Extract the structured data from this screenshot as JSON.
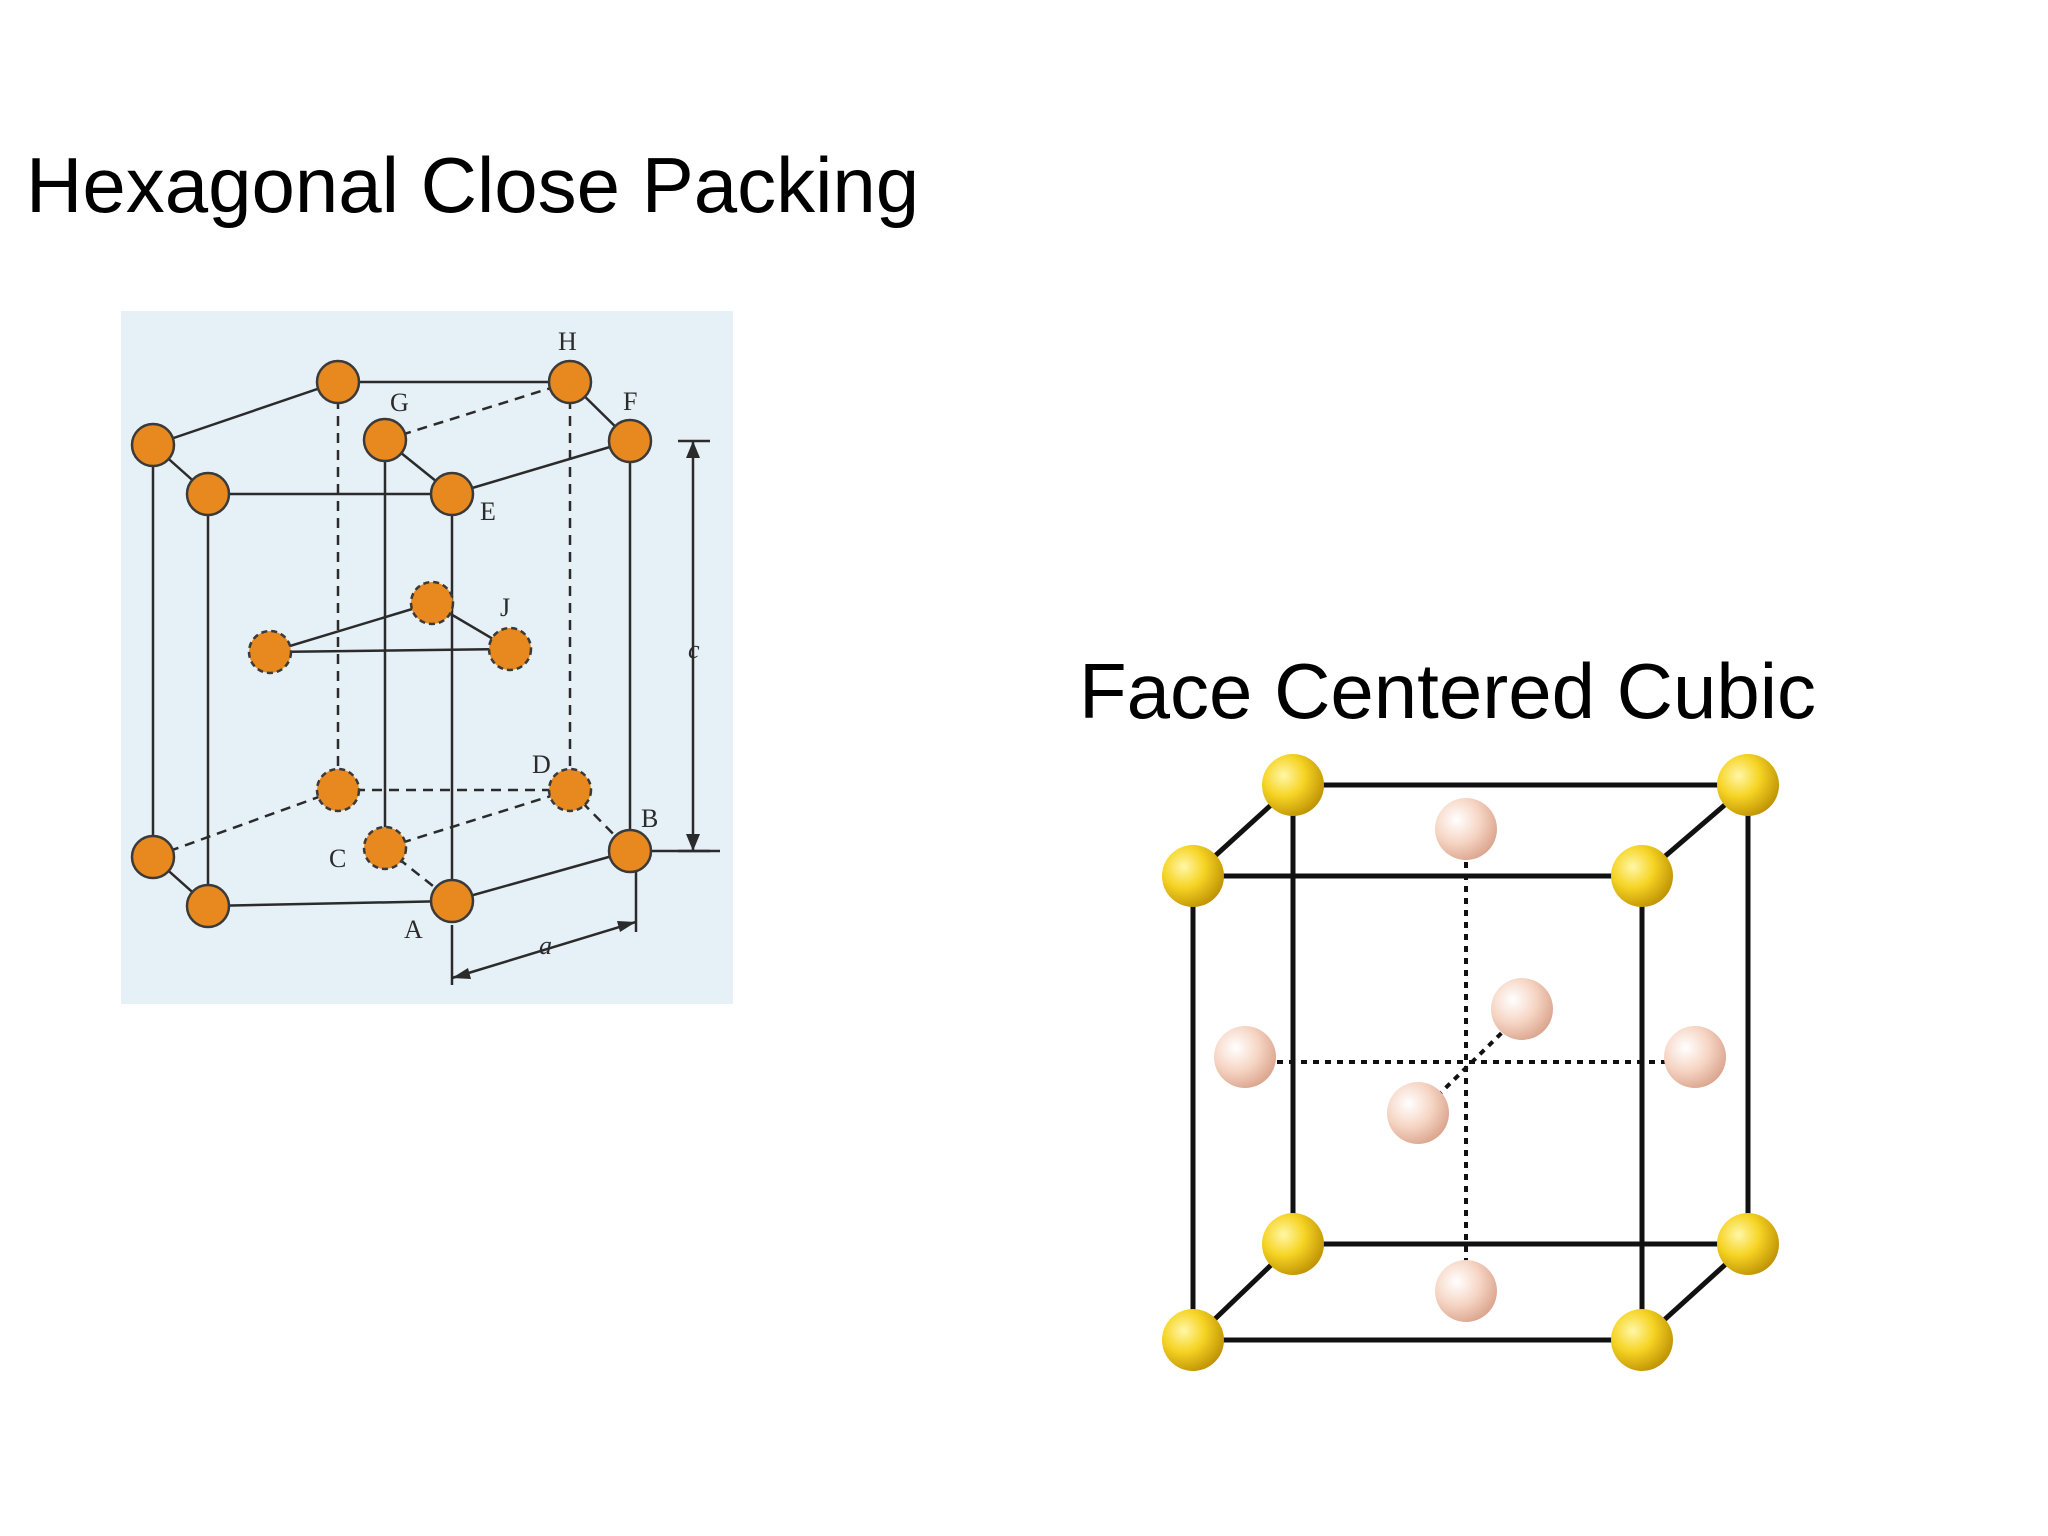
{
  "titles": {
    "hcp": "Hexagonal Close Packing",
    "fcc": "Face Centered Cubic"
  },
  "hcp_diagram": {
    "labels": {
      "A": "A",
      "B": "B",
      "C": "C",
      "D": "D",
      "E": "E",
      "F": "F",
      "G": "G",
      "H": "H",
      "J": "J",
      "c": "c",
      "a": "a"
    },
    "colors": {
      "background": "#e6f0f7",
      "atom": "#e8891f",
      "atom_outline": "#3a3a3a",
      "line": "#2b2b2b"
    }
  },
  "fcc_diagram": {
    "colors": {
      "corner_atom": "#f5d21a",
      "face_atom": "#f2c9b4",
      "edge": "#111111"
    }
  }
}
